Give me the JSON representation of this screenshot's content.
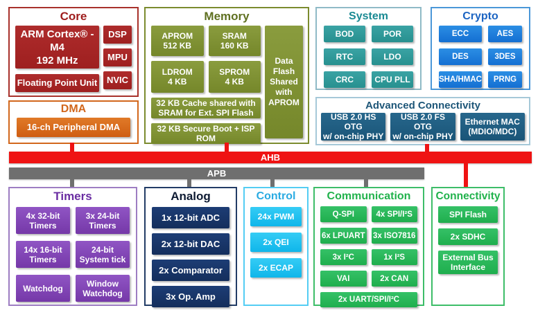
{
  "core": {
    "title": "Core",
    "cpu": {
      "line1": "ARM Cortex® -M4",
      "line2": "192 MHz"
    },
    "fpu": "Floating Point Unit",
    "right": [
      "DSP",
      "MPU",
      "NVIC"
    ]
  },
  "dma": {
    "title": "DMA",
    "item": "16-ch Peripheral DMA"
  },
  "memory": {
    "title": "Memory",
    "blocks": [
      {
        "l1": "APROM",
        "l2": "512 KB"
      },
      {
        "l1": "SRAM",
        "l2": "160 KB"
      },
      {
        "l1": "LDROM",
        "l2": "4 KB"
      },
      {
        "l1": "SPROM",
        "l2": "4 KB"
      }
    ],
    "wide": [
      "32 KB Cache shared with SRAM for Ext. SPI Flash",
      "32 KB Secure Boot + ISP ROM"
    ],
    "side": "Data Flash Shared with APROM"
  },
  "system": {
    "title": "System",
    "items": [
      "BOD",
      "POR",
      "RTC",
      "LDO",
      "CRC",
      "CPU PLL"
    ]
  },
  "crypto": {
    "title": "Crypto",
    "items": [
      "ECC",
      "AES",
      "DES",
      "3DES",
      "SHA/HMAC",
      "PRNG"
    ]
  },
  "adv": {
    "title": "Advanced Connectivity",
    "items": [
      {
        "l1": "USB 2.0 HS OTG",
        "l2": "w/ on-chip PHY"
      },
      {
        "l1": "USB 2.0 FS OTG",
        "l2": "w/ on-chip PHY"
      },
      {
        "l1": "Ethernet MAC",
        "l2": "(MDIO/MDC)"
      }
    ]
  },
  "buses": {
    "ahb": "AHB",
    "apb": "APB"
  },
  "timers": {
    "title": "Timers",
    "items": [
      "4x 32-bit Timers",
      "3x 24-bit Timers",
      "14x 16-bit Timers",
      "24-bit System tick",
      "Watchdog",
      "Window Watchdog"
    ]
  },
  "analog": {
    "title": "Analog",
    "items": [
      "1x 12-bit ADC",
      "2x 12-bit DAC",
      "2x Comparator",
      "3x Op. Amp"
    ]
  },
  "control": {
    "title": "Control",
    "items": [
      "24x PWM",
      "2x QEI",
      "2x ECAP"
    ]
  },
  "communication": {
    "title": "Communication",
    "pairs": [
      "Q-SPI",
      "4x SPI/I²S",
      "6x LPUART",
      "3x ISO7816",
      "3x I²C",
      "1x I²S",
      "VAI",
      "2x CAN"
    ],
    "wide": "2x UART/SPI/I²C"
  },
  "connectivity": {
    "title": "Connectivity",
    "items": [
      "SPI Flash",
      "2x SDHC",
      "External Bus Interface"
    ]
  },
  "colors": {
    "core": "#9e1c1c",
    "dma": "#d2671c",
    "memory": "#75872a",
    "system": "#27908f",
    "crypto": "#146fd2",
    "advanced_connectivity": "#1a5578",
    "ahb_bus": "#ef1313",
    "apb_bus": "#6f6f6f",
    "timers": "#7538a8",
    "analog": "#142e5c",
    "control": "#0fb6ea",
    "communication": "#1fae4d",
    "connectivity": "#1fae4d"
  }
}
